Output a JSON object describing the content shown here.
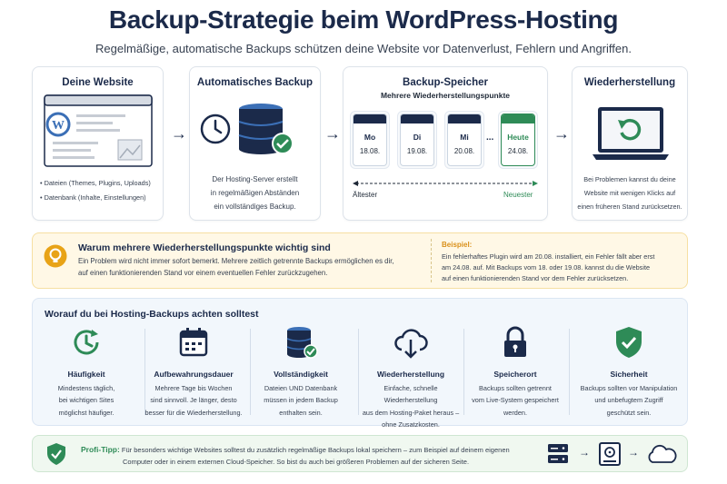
{
  "header": {
    "title": "Backup-Strategie beim WordPress-Hosting",
    "subtitle": "Regelmäßige, automatische Backups schützen deine Website vor Datenverlust, Fehlern und Angriffen."
  },
  "website": {
    "title": "Deine Website",
    "items": [
      "Dateien (Themes, Plugins, Uploads)",
      "Datenbank (Inhalte, Einstellungen)"
    ]
  },
  "auto_backup": {
    "title": "Automatisches Backup",
    "lines": [
      "Der Hosting-Server erstellt",
      "in regelmäßigen Abständen",
      "ein vollständiges Backup."
    ]
  },
  "storage": {
    "title": "Backup-Speicher",
    "subtitle": "Mehrere Wiederherstellungspunkte",
    "days": [
      {
        "day": "Mo",
        "date": "18.08."
      },
      {
        "day": "Di",
        "date": "19.08."
      },
      {
        "day": "Mi",
        "date": "20.08."
      },
      {
        "day": "Heute",
        "date": "24.08."
      }
    ],
    "ellipsis": "...",
    "oldest": "Ältester",
    "newest": "Neuester"
  },
  "restore": {
    "title": "Wiederherstellung",
    "lines": [
      "Bei Problemen kannst du deine",
      "Website mit wenigen Klicks auf",
      "einen früheren Stand zurücksetzen."
    ]
  },
  "why": {
    "title": "Warum mehrere Wiederherstellungspunkte wichtig sind",
    "lines": [
      "Ein Problem wird nicht immer sofort bemerkt. Mehrere zeitlich getrennte Backups ermöglichen es dir,",
      "auf einen funktionierenden Stand vor einem eventuellen Fehler zurückzugehen."
    ],
    "example_label": "Beispiel:",
    "example_lines": [
      "Ein fehlerhaftes Plugin wird am 20.08. installiert, ein Fehler fällt aber erst",
      "am 24.08. auf. Mit Backups vom 18. oder 19.08. kannst du die Website",
      "auf einen funktionierenden Stand vor dem Fehler zurücksetzen."
    ]
  },
  "checklist": {
    "title": "Worauf du bei Hosting-Backups achten solltest",
    "features": [
      {
        "icon": "clock-refresh-icon",
        "title": "Häufigkeit",
        "lines": [
          "Mindestens täglich,",
          "bei wichtigen Sites",
          "möglichst häufiger."
        ]
      },
      {
        "icon": "calendar-icon",
        "title": "Aufbewahrungsdauer",
        "lines": [
          "Mehrere Tage bis Wochen",
          "sind sinnvoll. Je länger, desto",
          "besser für die Wiederherstellung."
        ]
      },
      {
        "icon": "database-check-icon",
        "title": "Vollständigkeit",
        "lines": [
          "Dateien UND Datenbank",
          "müssen in jedem Backup",
          "enthalten sein."
        ]
      },
      {
        "icon": "cloud-download-icon",
        "title": "Wiederherstellung",
        "lines": [
          "Einfache, schnelle Wiederherstellung",
          "aus dem Hosting-Paket heraus –",
          "ohne Zusatzkosten."
        ]
      },
      {
        "icon": "lock-icon",
        "title": "Speicherort",
        "lines": [
          "Backups sollten getrennt",
          "vom Live-System gespeichert",
          "werden."
        ]
      },
      {
        "icon": "shield-check-icon",
        "title": "Sicherheit",
        "lines": [
          "Backups sollten vor Manipulation",
          "und unbefugtem Zugriff",
          "geschützt sein."
        ]
      }
    ]
  },
  "tip": {
    "label": "Profi-Tipp:",
    "line1": "Für besonders wichtige Websites solltest du zusätzlich regelmäßige Backups lokal speichern – zum Beispiel auf deinem eigenen",
    "line2": "Computer oder in einem externen Cloud-Speicher. So bist du auch bei größeren Problemen auf der sicheren Seite."
  },
  "colors": {
    "navy": "#1b2a4a",
    "green": "#2e8b57",
    "blue": "#3b6fb6",
    "orange": "#e8a317"
  }
}
